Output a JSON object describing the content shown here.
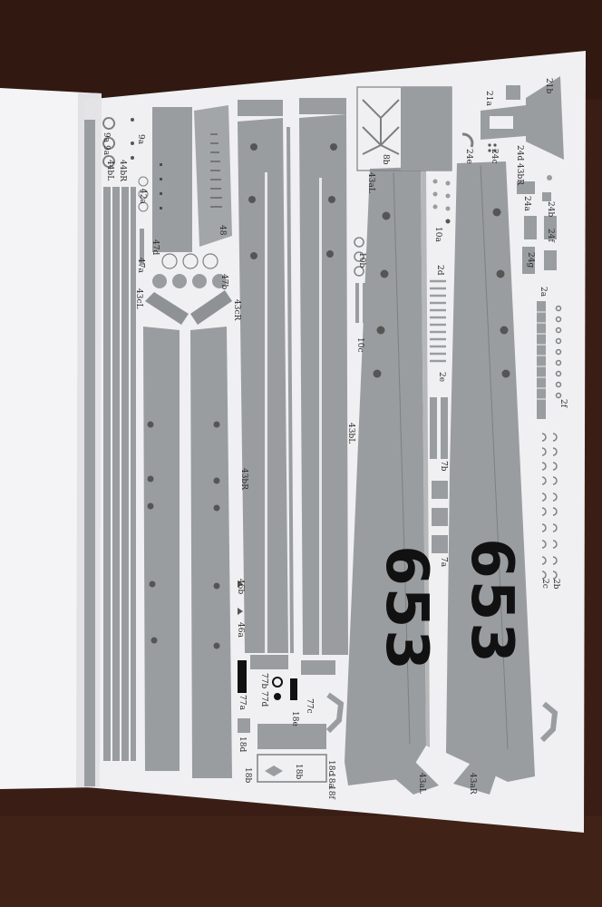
{
  "colors": {
    "table": "#3a1e16",
    "page": "#f1f1f3",
    "left_page": "#f6f6f8",
    "part_gray": "#9a9d9f",
    "part_dark": "#7d8082",
    "ink": "#111111"
  },
  "hull_number": "653",
  "labels": {
    "l_9a_1": "9a",
    "l_9a_2": "9a",
    "l_9a_3": "9a",
    "l_44bL": "44bL",
    "l_44bR": "44bR",
    "l_42a": "42a",
    "l_47a": "47a",
    "l_47d": "47d",
    "l_47b": "47b",
    "l_48": "48",
    "l_43cL": "43cL",
    "l_43cR": "43cR",
    "l_43bR": "43bR",
    "l_43bL": "43bL",
    "l_43aL": "43aL",
    "l_8b": "8b",
    "l_21a": "21a",
    "l_21b": "21b",
    "l_24e": "24e",
    "l_24c": "24c",
    "l_24d": "24d",
    "l_43bR2": "43bR",
    "l_24a": "24a",
    "l_24b": "24b",
    "l_24f": "24f",
    "l_24g": "24g",
    "l_10a": "10a",
    "l_10b": "10b",
    "l_10c": "10c",
    "l_2d": "2d",
    "l_2e": "2e",
    "l_2a": "2a",
    "l_2f": "2f",
    "l_2c": "2c",
    "l_2b": "2b",
    "l_7b": "7b",
    "l_7a": "7a",
    "l_46a": "46a",
    "l_46b": "46b",
    "l_77a": "77a",
    "l_77b": "77b",
    "l_77d": "77d",
    "l_77c": "77c",
    "l_18e": "18e",
    "l_18d": "18d",
    "l_18b": "18b",
    "l_18b2": "18b",
    "l_18c": "18c",
    "l_18a": "18a",
    "l_18f": "18f",
    "l_43aL2": "43aL",
    "l_43aR": "43aR"
  }
}
